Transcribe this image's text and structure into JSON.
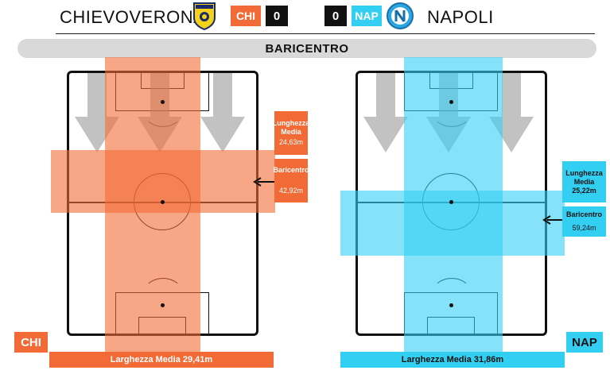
{
  "header": {
    "home_team": "CHIEVOVERONA",
    "home_code": "CHI",
    "home_score": "0",
    "away_score": "0",
    "away_code": "NAP",
    "away_team": "NAPOLI"
  },
  "section_title": "BARICENTRO",
  "colors": {
    "home": "#f26a36",
    "home_light": "#f8a585",
    "away": "#33cff3",
    "away_light": "#8de4f7"
  },
  "home_panel": {
    "length_label": "Lunghezza Media",
    "length_value": "24,63m",
    "baricentro_label": "Baricentro",
    "baricentro_value": "42,92m",
    "width_label": "Larghezza Media 29,41m",
    "side_code": "CHI"
  },
  "away_panel": {
    "length_label": "Lunghezza Media 25,22m",
    "baricentro_label": "Baricentro",
    "baricentro_value": "59,24m",
    "width_label": "Larghezza Media 31,86m",
    "side_code": "NAP"
  },
  "icons": {
    "home_crest": "chievo-crest-icon",
    "away_crest": "napoli-crest-icon",
    "arrow": "arrow-left-icon",
    "attack_direction": "down-arrow-icon"
  }
}
